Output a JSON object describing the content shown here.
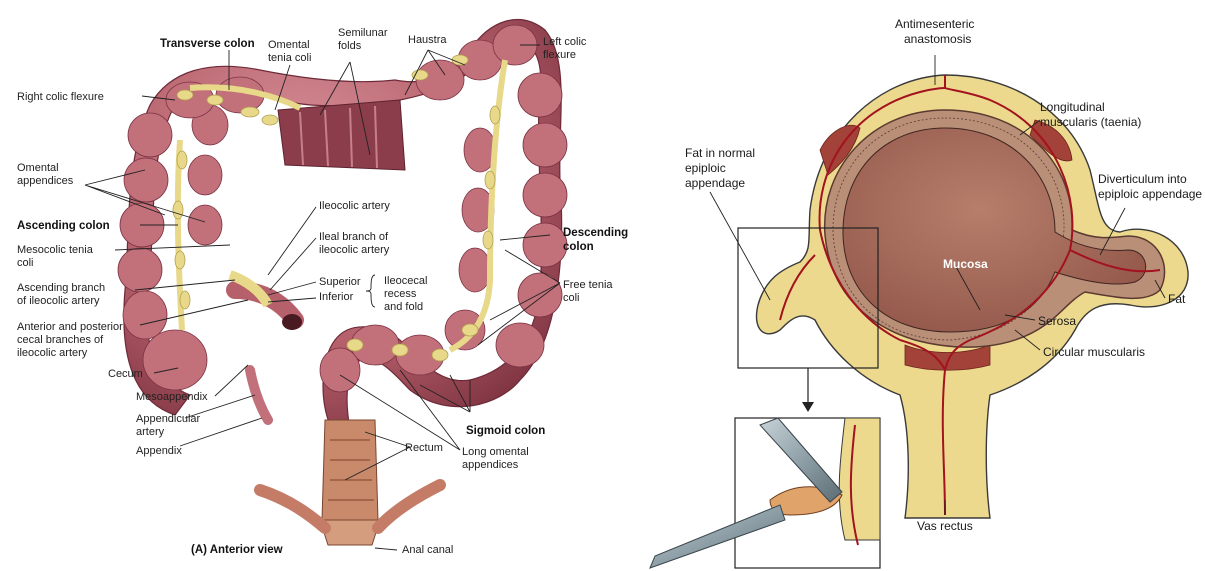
{
  "left_panel": {
    "caption": "(A) Anterior view",
    "labels": {
      "transverse_colon": "Transverse colon",
      "omental_tenia": "Omental\ntenia coli",
      "semilunar": "Semilunar\nfolds",
      "haustra": "Haustra",
      "left_flexure": "Left colic\nflexure",
      "right_flexure": "Right colic flexure",
      "omental_appendices": "Omental\nappendices",
      "ascending_colon": "Ascending colon",
      "mesocolic_tenia": "Mesocolic tenia\ncoli",
      "ileocolic_artery": "Ileocolic artery",
      "ileal_branch": "Ileal branch of\nileocolic artery",
      "superior": "Superior",
      "inferior": "Inferior",
      "ileocecal": "Ileocecal\nrecess\nand fold",
      "ascending_branch": "Ascending branch\nof ileocolic artery",
      "cecal_branches": "Anterior and posterior\ncecal branches of\nileocolic artery",
      "cecum": "Cecum",
      "mesoappendix": "Mesoappendix",
      "appendicular": "Appendicular\nartery",
      "appendix": "Appendix",
      "descending_colon": "Descending\ncolon",
      "free_tenia": "Free tenia\ncoli",
      "sigmoid_colon": "Sigmoid colon",
      "rectum": "Rectum",
      "long_omental": "Long omental\nappendices",
      "anal_canal": "Anal canal"
    }
  },
  "right_panel": {
    "labels": {
      "antimesenteric": "Antimesenteric\nanastomosis",
      "longitudinal": "Longitudinal\nmuscularis (taenia)",
      "fat_normal": "Fat in normal\nepiploic\nappendage",
      "diverticulum": "Diverticulum into\nepiploic appendage",
      "mucosa": "Mucosa",
      "fat": "Fat",
      "serosa": "Serosa",
      "circular": "Circular muscularis",
      "vas_rectus": "Vas rectus"
    }
  },
  "colors": {
    "colon": "#b5606a",
    "colon_dark": "#8c3d4b",
    "fat": "#ead98c",
    "mucosa": "#a76a5a",
    "artery": "#a3131f",
    "instrument": "#8fa0a8"
  }
}
